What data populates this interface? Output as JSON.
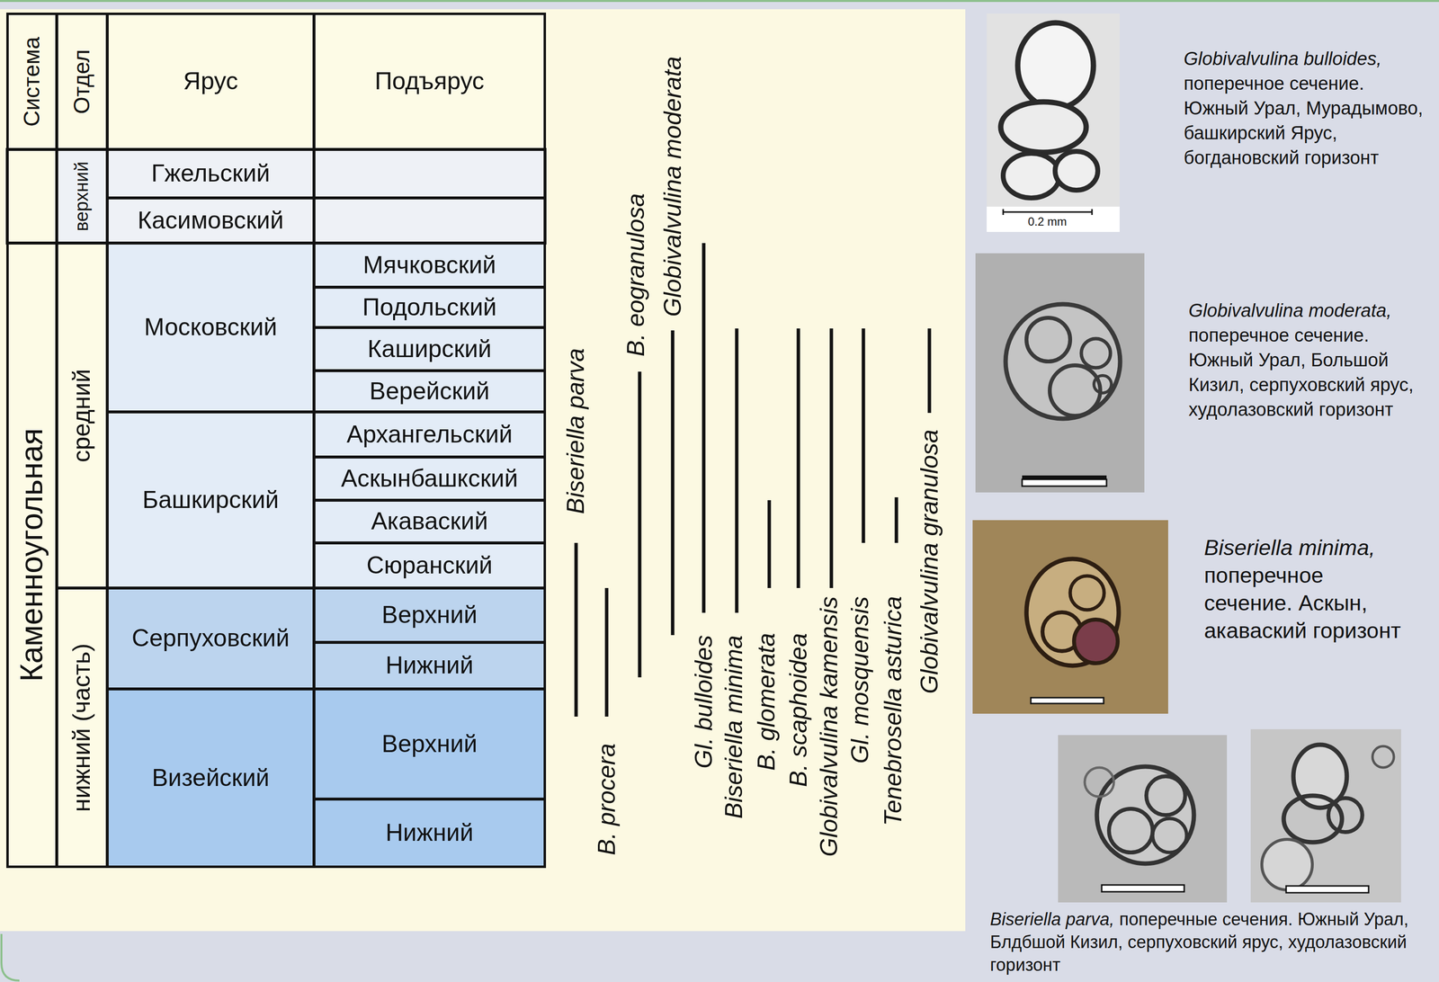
{
  "diagram": {
    "nodes": [
      {
        "text": [
          "Система"
        ]
      },
      {
        "text": [
          "Отдел"
        ]
      },
      {
        "text": [
          "Ярус"
        ]
      },
      {
        "text": [
          "Подъярус"
        ]
      },
      {
        "text": [
          "верхний"
        ]
      },
      {
        "text": [
          "Гжельский"
        ]
      },
      {
        "text": [
          "Касимовский"
        ]
      },
      {
        "text": [
          "Каменноугольная"
        ]
      },
      {
        "text": [
          "средний"
        ]
      },
      {
        "text": [
          "Московский"
        ]
      },
      {
        "text": [
          "Мячковский"
        ]
      },
      {
        "text": [
          "Подольский"
        ]
      },
      {
        "text": [
          "Каширский"
        ]
      },
      {
        "text": [
          "Верейский"
        ]
      },
      {
        "text": [
          "Башкирский"
        ]
      },
      {
        "text": [
          "Архангельский"
        ]
      },
      {
        "text": [
          "Аскынбашкский"
        ]
      },
      {
        "text": [
          "Акаваский"
        ]
      },
      {
        "text": [
          "Сюранский"
        ]
      },
      {
        "text": [
          "нижний (часть)"
        ]
      },
      {
        "text": [
          "Серпуховский"
        ]
      },
      {
        "text": [
          "Верхний"
        ]
      },
      {
        "text": [
          "Нижний"
        ]
      },
      {
        "text": [
          "Визейский"
        ]
      },
      {
        "text": [
          "Верхний"
        ]
      },
      {
        "text": [
          "Нижний"
        ]
      }
    ],
    "labels": [
      "Biseriella parva",
      "B. procera",
      "B. eogranulosa",
      "Globivalvulina moderata",
      "Gl. bulloides",
      "Biseriella minima",
      "B. glomerata",
      "B. scaphoidea",
      "Globivalvulina kamensis",
      "Gl. mosquensis",
      "Tenebrosella asturica",
      "Globivalvulina granulosa",
      "0.2 mm",
      "Globivalvulina bulloides,",
      "поперечное сечение. Южный Урал, Мурадымово, башкирский Ярус, богдановский горизонт",
      "Globivalvulina moderata,",
      "поперечное сечение. Южный Урал, Большой Кизил, серпуховский ярус, худолазовский горизонт",
      "Biseriella minima,",
      "поперечное сечение. Аскын, акаваский горизонт",
      "Biseriella parva,",
      "поперечные сечения. Южный Урал, Блдбшой Кизил, серпуховский ярус, худолазовский горизонт"
    ]
  }
}
